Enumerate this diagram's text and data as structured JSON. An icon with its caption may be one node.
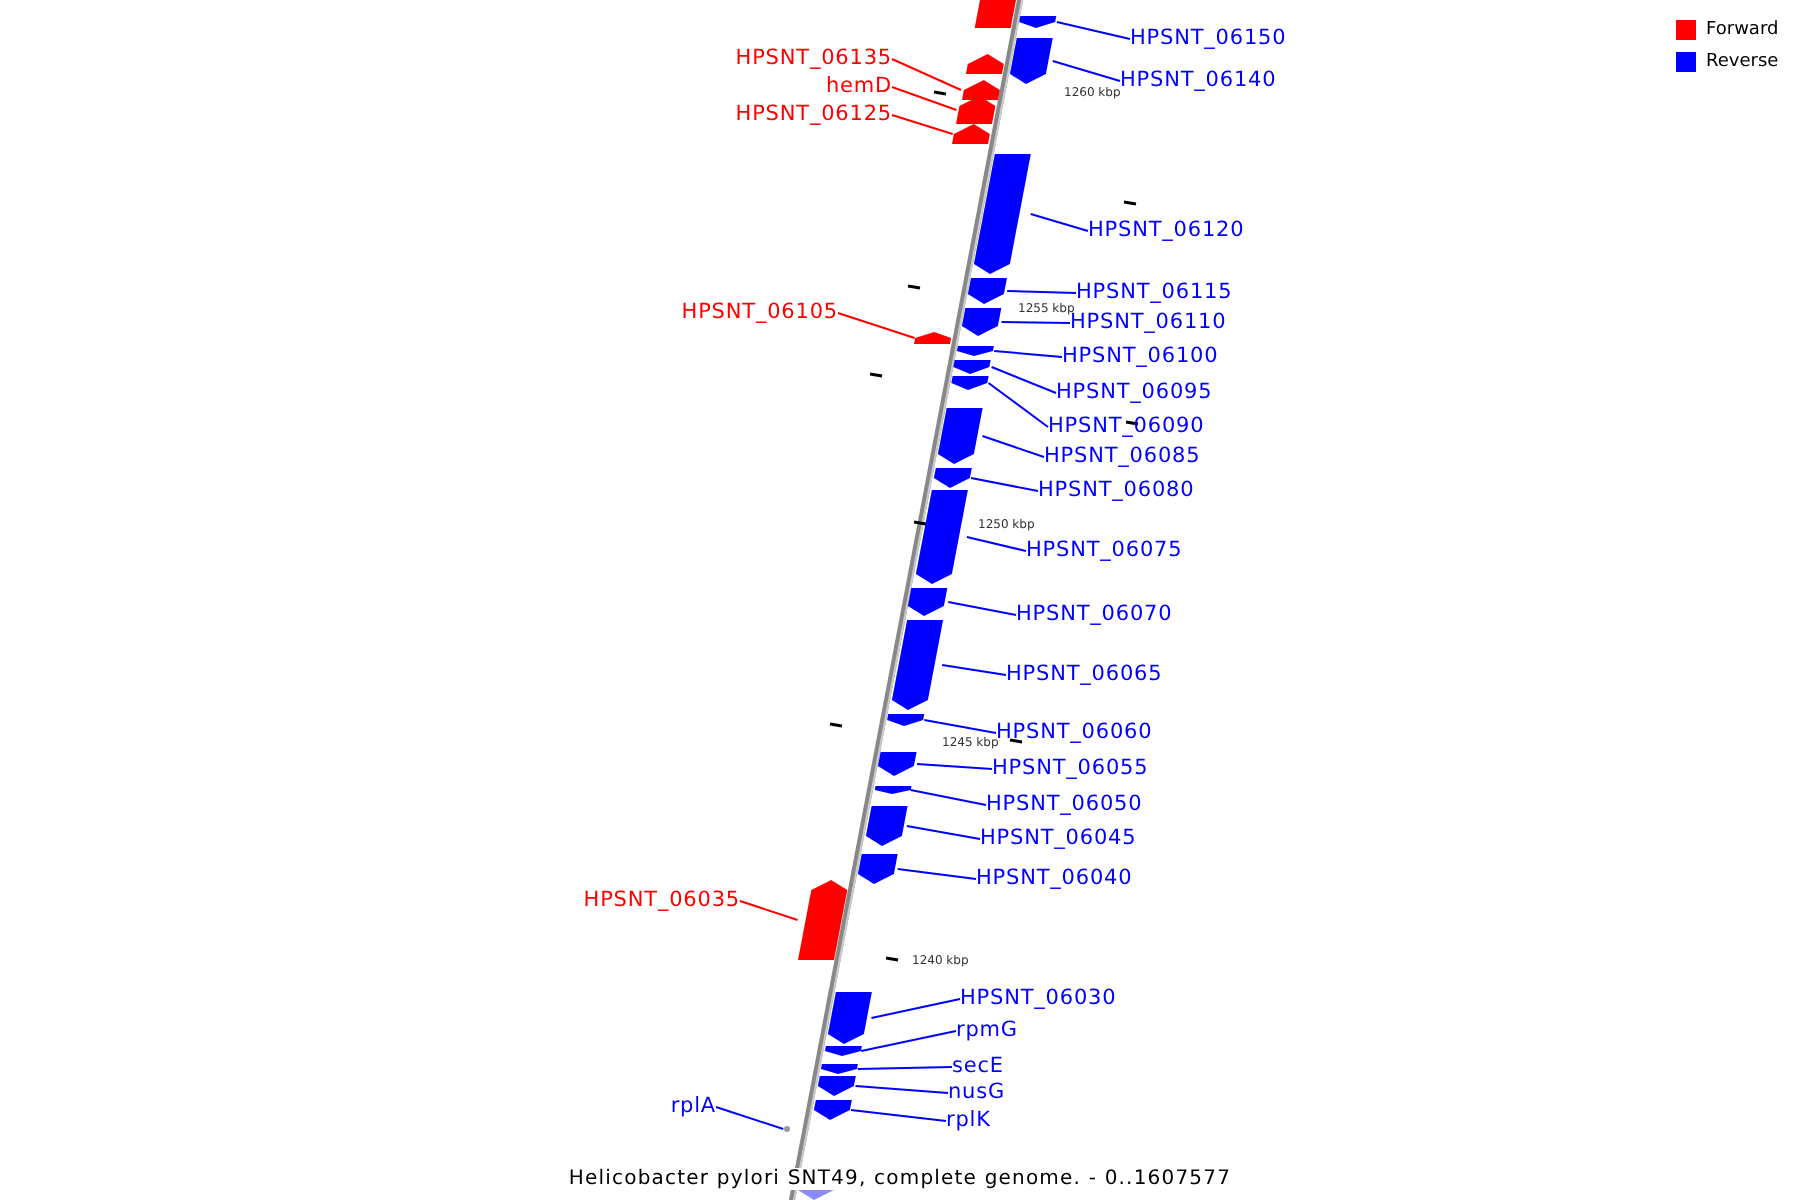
{
  "diagram": {
    "caption": "Helicobacter pylori SNT49, complete genome. - 0..1607577",
    "nodes": [
      {
        "text": [
          "HPSNT_06150"
        ]
      },
      {
        "text": [],
        "shape": "bar"
      },
      {
        "text": [
          "HPSNT_06135"
        ]
      },
      {
        "text": [],
        "shape": "bar"
      },
      {
        "text": [
          "HPSNT_06140"
        ]
      },
      {
        "text": [],
        "shape": "bar"
      },
      {
        "text": [
          "hemD"
        ]
      },
      {
        "text": [],
        "shape": "bar"
      },
      {
        "text": [
          "HPSNT_06125"
        ]
      },
      {
        "text": [],
        "shape": "bar"
      },
      {
        "text": [
          "HPSNT_06120"
        ]
      },
      {
        "text": [],
        "shape": "bar"
      },
      {
        "text": [
          "HPSNT_06115"
        ]
      },
      {
        "text": [],
        "shape": "bar"
      },
      {
        "text": [
          "HPSNT_06105"
        ]
      },
      {
        "text": [],
        "shape": "bar"
      },
      {
        "text": [
          "HPSNT_06110"
        ]
      },
      {
        "text": [],
        "shape": "bar"
      },
      {
        "text": [
          "HPSNT_06100"
        ]
      },
      {
        "text": [],
        "shape": "bar"
      },
      {
        "text": [
          "HPSNT_06095"
        ]
      },
      {
        "text": [],
        "shape": "bar"
      },
      {
        "text": [
          "HPSNT_06090"
        ]
      },
      {
        "text": [],
        "shape": "bar"
      },
      {
        "text": [
          "HPSNT_06085"
        ]
      },
      {
        "text": [],
        "shape": "bar"
      },
      {
        "text": [
          "HPSNT_06080"
        ]
      },
      {
        "text": [],
        "shape": "bar"
      },
      {
        "text": [
          "HPSNT_06075"
        ]
      },
      {
        "text": [],
        "shape": "bar"
      },
      {
        "text": [
          "HPSNT_06070"
        ]
      },
      {
        "text": [],
        "shape": "bar"
      },
      {
        "text": [
          "HPSNT_06065"
        ]
      },
      {
        "text": [],
        "shape": "bar"
      },
      {
        "text": [
          "HPSNT_06060"
        ]
      },
      {
        "text": [],
        "shape": "bar"
      },
      {
        "text": [
          "HPSNT_06055"
        ]
      },
      {
        "text": [],
        "shape": "bar"
      },
      {
        "text": [
          "HPSNT_06050"
        ]
      },
      {
        "text": [],
        "shape": "bar"
      },
      {
        "text": [
          "HPSNT_06045"
        ]
      },
      {
        "text": [],
        "shape": "bar"
      },
      {
        "text": [
          "HPSNT_06040"
        ]
      },
      {
        "text": [],
        "shape": "bar"
      },
      {
        "text": [
          "HPSNT_06035"
        ]
      },
      {
        "text": [],
        "shape": "bar"
      },
      {
        "text": [
          "HPSNT_06030"
        ]
      },
      {
        "text": [],
        "shape": "bar"
      },
      {
        "text": [
          "rpmG"
        ]
      },
      {
        "text": [],
        "shape": "bar"
      },
      {
        "text": [
          "secE"
        ]
      },
      {
        "text": [],
        "shape": "bar"
      },
      {
        "text": [
          "nusG"
        ]
      },
      {
        "text": [],
        "shape": "bar"
      },
      {
        "text": [
          "rplA"
        ]
      },
      {
        "text": [
          "rplK"
        ]
      },
      {
        "text": [],
        "shape": "bar"
      },
      {
        "text": [],
        "shape": "circle"
      }
    ],
    "edges": [
      {
        "from": 0,
        "to": 1,
        "arrow": "none"
      },
      {
        "from": 2,
        "to": 3,
        "arrow": "none",
        "color": "#ff0000"
      },
      {
        "from": 4,
        "to": 5,
        "arrow": "none"
      },
      {
        "from": 6,
        "to": 7,
        "arrow": "none",
        "color": "#ff0000"
      },
      {
        "from": 8,
        "to": 9,
        "arrow": "none",
        "color": "#ff0000"
      },
      {
        "from": 10,
        "to": 11,
        "arrow": "none"
      },
      {
        "from": 12,
        "to": 13,
        "arrow": "none"
      },
      {
        "from": 14,
        "to": 15,
        "arrow": "none",
        "color": "#ff0000"
      },
      {
        "from": 16,
        "to": 17,
        "arrow": "none"
      },
      {
        "from": 18,
        "to": 19,
        "arrow": "none"
      },
      {
        "from": 20,
        "to": 21,
        "arrow": "none"
      },
      {
        "from": 22,
        "to": 23,
        "arrow": "none"
      },
      {
        "from": 24,
        "to": 25,
        "arrow": "none"
      },
      {
        "from": 26,
        "to": 27,
        "arrow": "none"
      },
      {
        "from": 28,
        "to": 29,
        "arrow": "none"
      },
      {
        "from": 30,
        "to": 31,
        "arrow": "none"
      },
      {
        "from": 32,
        "to": 33,
        "arrow": "none"
      },
      {
        "from": 34,
        "to": 35,
        "arrow": "none"
      },
      {
        "from": 36,
        "to": 37,
        "arrow": "none"
      },
      {
        "from": 38,
        "to": 39,
        "arrow": "none"
      },
      {
        "from": 40,
        "to": 41,
        "arrow": "none"
      },
      {
        "from": 42,
        "to": 43,
        "arrow": "none"
      },
      {
        "from": 44,
        "to": 45,
        "arrow": "none",
        "color": "#ff0000"
      },
      {
        "from": 46,
        "to": 47,
        "arrow": "none"
      },
      {
        "from": 48,
        "to": 49,
        "arrow": "none"
      },
      {
        "from": 50,
        "to": 51,
        "arrow": "none"
      },
      {
        "from": 52,
        "to": 53,
        "arrow": "none"
      },
      {
        "from": 54,
        "to": 57,
        "arrow": "none"
      },
      {
        "from": 55,
        "to": 56,
        "arrow": "none"
      }
    ],
    "labels": [
      "1260 kbp",
      "1255 kbp",
      "1250 kbp",
      "1245 kbp",
      "1240 kbp"
    ],
    "legend": [
      {
        "text": "Forward",
        "color": "#ff0000"
      },
      {
        "text": "Reverse",
        "color": "#0000ff"
      }
    ]
  }
}
